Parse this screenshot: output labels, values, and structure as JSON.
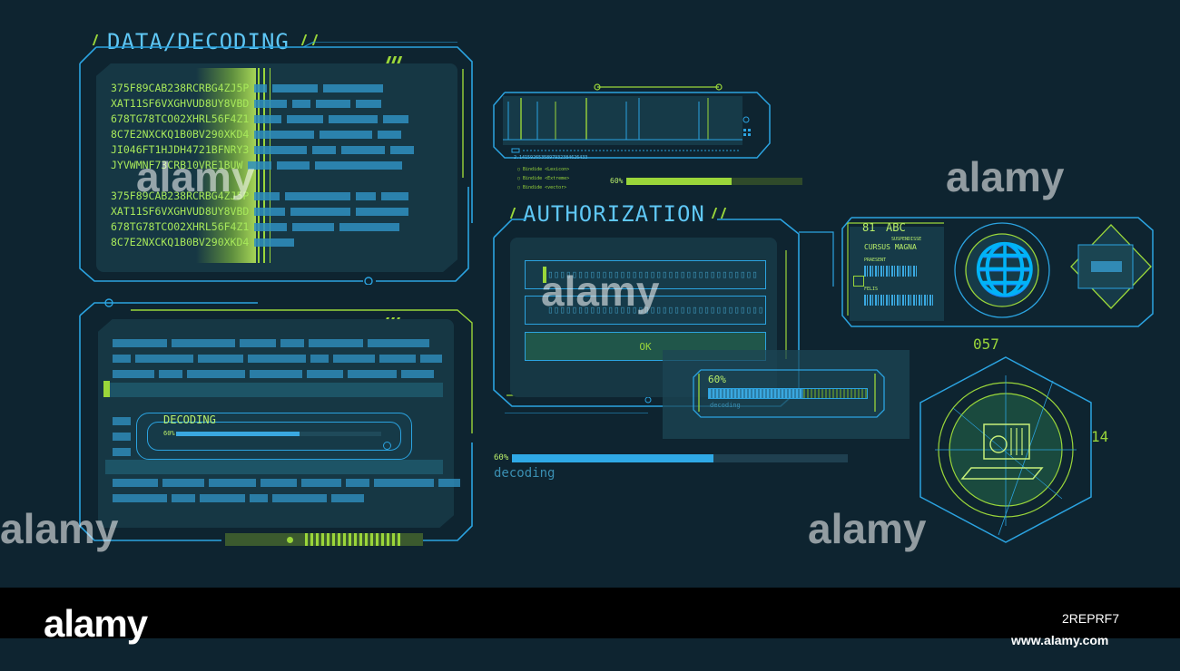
{
  "data_panel": {
    "title": "DATA/DECODING",
    "codes_block1": [
      "375F89CAB238RCRBG4ZJ5P",
      "XAT11SF6VXGHVUD8UY8VBD",
      "678TG78TCO02XHRL56F4Z1",
      "8C7E2NXCKQ1B0BV290XKD4",
      "JI046FT1HJDH4721BFNRY3",
      "JYVWMNF73CRB10VRE1BUW"
    ],
    "codes_block2": [
      "375F89CAB238RCRBG4ZJ5P",
      "XAT11SF6VXGHVUD8UY8VBD",
      "678TG78TCO02XHRL56F4Z1",
      "8C7E2NXCKQ1B0BV290XKD4"
    ]
  },
  "decoding_panel": {
    "label": "DECODING",
    "percent": "60%",
    "progress": 0.6
  },
  "top_strip": {
    "code": "2.1415926535897932384626433",
    "legend": [
      "Bindide <Lexicon>",
      "Bindide <Extreme>",
      "Bindide <vector>"
    ],
    "percent": "60%",
    "progress": 0.6
  },
  "auth_panel": {
    "title": "AUTHORIZATION",
    "field1": "▯▯▯▯▯▯▯▯▯▯▯▯▯▯▯▯▯▯▯▯▯▯▯▯▯▯▯▯▯▯▯▯▯▯▯",
    "field2": "▯▯▯▯▯▯▯▯▯▯▯▯▯▯▯▯▯▯▯▯▯▯▯▯▯▯▯▯▯▯▯▯▯▯▯▯",
    "ok_label": "OK",
    "small_percent": "60%",
    "small_sub": "decoding",
    "small_progress": 0.6
  },
  "bottom_progress": {
    "percent": "60%",
    "label": "decoding",
    "progress": 0.6
  },
  "id_card": {
    "top": "81",
    "code": "ABC",
    "sub1": "SUSPENDISSE",
    "sub2": "CURSUS MAGNA",
    "label1": "PRAESENT",
    "label2": "FELIS"
  },
  "counters": {
    "top": "057",
    "right": "14"
  },
  "watermarks": {
    "brand": "alamy",
    "id": "2REPRF7",
    "url": "www.alamy.com"
  },
  "colors": {
    "blue": "#2ba3e0",
    "green": "#9ad63a",
    "bg": "#0e2430",
    "panel": "#163744"
  }
}
